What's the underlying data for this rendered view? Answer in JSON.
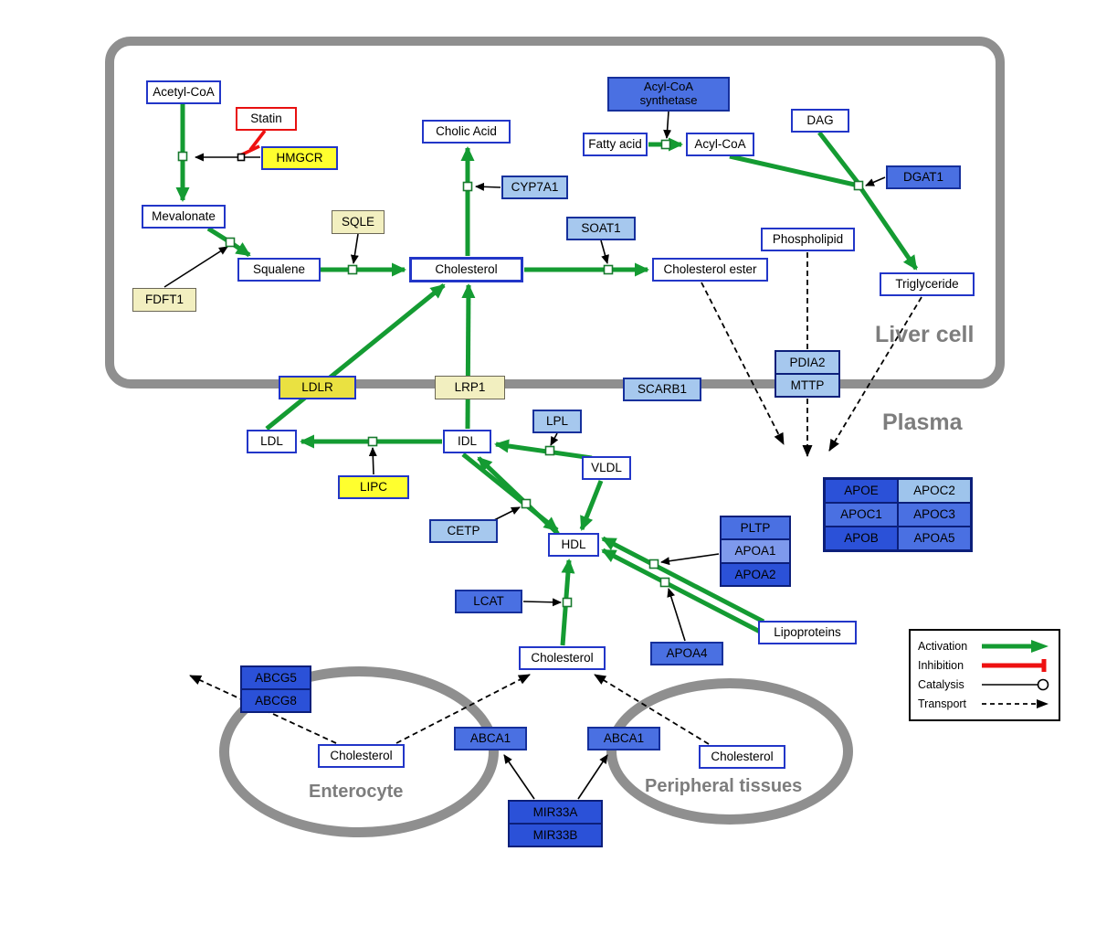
{
  "compartments": {
    "liver": "Liver cell",
    "plasma": "Plasma",
    "enterocyte": "Enterocyte",
    "peripheral": "Peripheral tissues"
  },
  "nodes": {
    "acetyl_coa": "Acetyl-CoA",
    "statin": "Statin",
    "hmgcr": "HMGCR",
    "mevalonate": "Mevalonate",
    "fdft1": "FDFT1",
    "squalene": "Squalene",
    "sqle": "SQLE",
    "cholesterol_liver": "Cholesterol",
    "cholic_acid": "Cholic Acid",
    "cyp7a1": "CYP7A1",
    "soat1": "SOAT1",
    "cholesterol_ester": "Cholesterol ester",
    "acyl_coa_synthetase": "Acyl-CoA synthetase",
    "fatty_acid": "Fatty acid",
    "acyl_coa": "Acyl-CoA",
    "dag": "DAG",
    "dgat1": "DGAT1",
    "phospholipid": "Phospholipid",
    "triglyceride": "Triglyceride",
    "pdia2": "PDIA2",
    "mttp": "MTTP",
    "ldlr": "LDLR",
    "lrp1": "LRP1",
    "scarb1": "SCARB1",
    "ldl": "LDL",
    "idl": "IDL",
    "lpl": "LPL",
    "vldl": "VLDL",
    "lipc": "LIPC",
    "cetp": "CETP",
    "hdl": "HDL",
    "pltp": "PLTP",
    "apoa1": "APOA1",
    "apoa2": "APOA2",
    "lcat": "LCAT",
    "apoa4": "APOA4",
    "lipoproteins": "Lipoproteins",
    "apoe": "APOE",
    "apoc2": "APOC2",
    "apoc1": "APOC1",
    "apoc3": "APOC3",
    "apob": "APOB",
    "apoa5": "APOA5",
    "cholesterol_plasma": "Cholesterol",
    "abcg5": "ABCG5",
    "abcg8": "ABCG8",
    "cholesterol_enterocyte": "Cholesterol",
    "abca1_enterocyte": "ABCA1",
    "abca1_peripheral": "ABCA1",
    "cholesterol_peripheral": "Cholesterol",
    "mir33a": "MIR33A",
    "mir33b": "MIR33B"
  },
  "legend": {
    "activation": "Activation",
    "inhibition": "Inhibition",
    "catalysis": "Catalysis",
    "transport": "Transport"
  },
  "colors": {
    "activation_green": "#149b32",
    "inhibition_red": "#ee1111",
    "metabolite_border": "#2236c8",
    "compartment_gray": "#8f8f8f"
  }
}
